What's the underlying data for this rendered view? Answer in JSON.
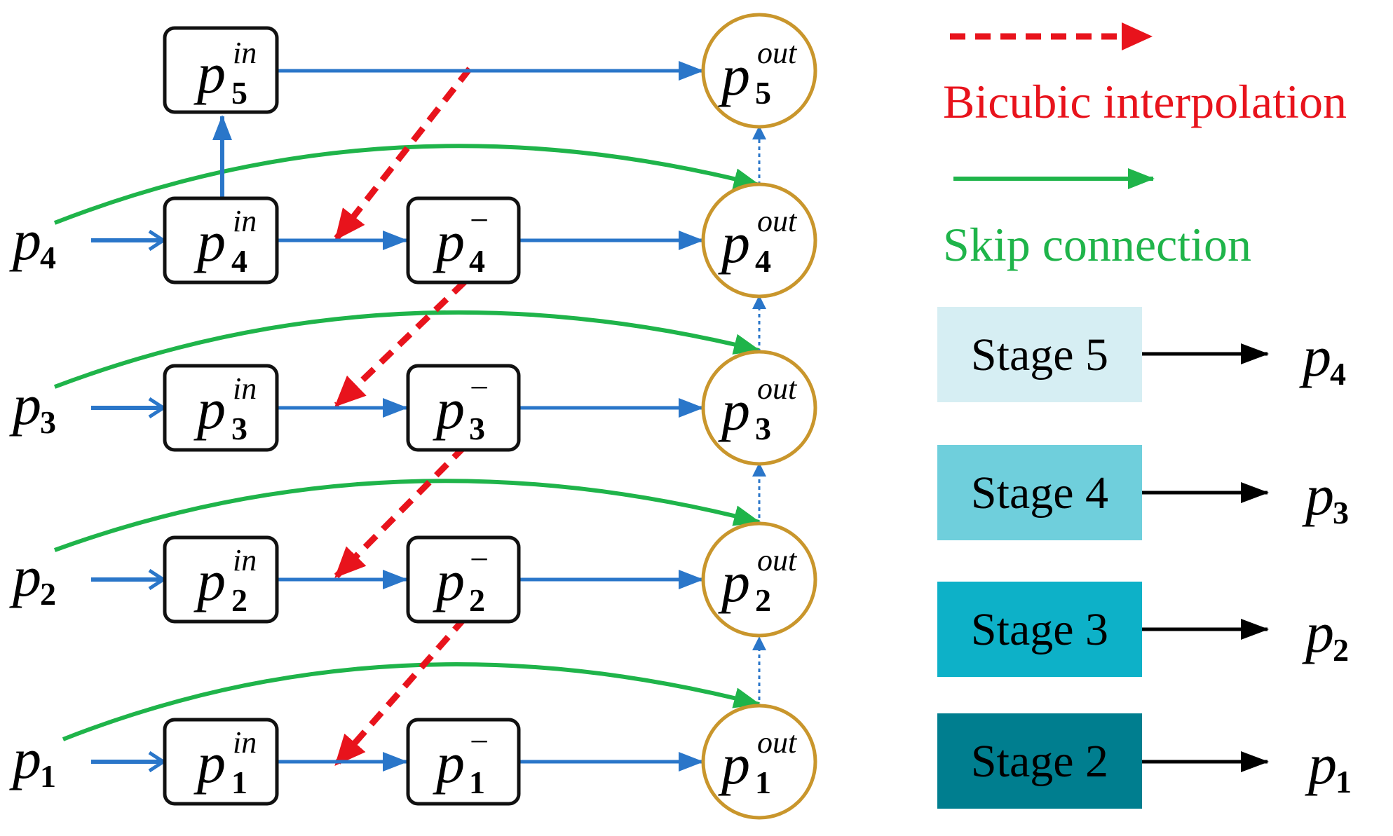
{
  "colors": {
    "blue": "#2a76c9",
    "red": "#e8131c",
    "green": "#1fb44a",
    "circle": "#c9962c",
    "box": "#111111",
    "text": "#000000",
    "legend_red_text": "#e8131c",
    "legend_green_text": "#1fb44a"
  },
  "symbol": "p",
  "sup_in": "in",
  "sup_minus": "−",
  "sup_out": "out",
  "rows": [
    {
      "level": "5",
      "input_label": "",
      "has_in": true,
      "has_minus": false
    },
    {
      "level": "4",
      "input_label": "4",
      "has_in": true,
      "has_minus": true
    },
    {
      "level": "3",
      "input_label": "3",
      "has_in": true,
      "has_minus": true
    },
    {
      "level": "2",
      "input_label": "2",
      "has_in": true,
      "has_minus": true
    },
    {
      "level": "1",
      "input_label": "1",
      "has_in": true,
      "has_minus": true
    }
  ],
  "legend": {
    "bicubic": "Bicubic interpolation",
    "skip": "Skip connection"
  },
  "stages": [
    {
      "label": "Stage 5",
      "output": "4",
      "fill": "#d6eef3"
    },
    {
      "label": "Stage 4",
      "output": "3",
      "fill": "#6fcfdc"
    },
    {
      "label": "Stage 3",
      "output": "2",
      "fill": "#0db1c8"
    },
    {
      "label": "Stage 2",
      "output": "1",
      "fill": "#007e8f"
    }
  ]
}
